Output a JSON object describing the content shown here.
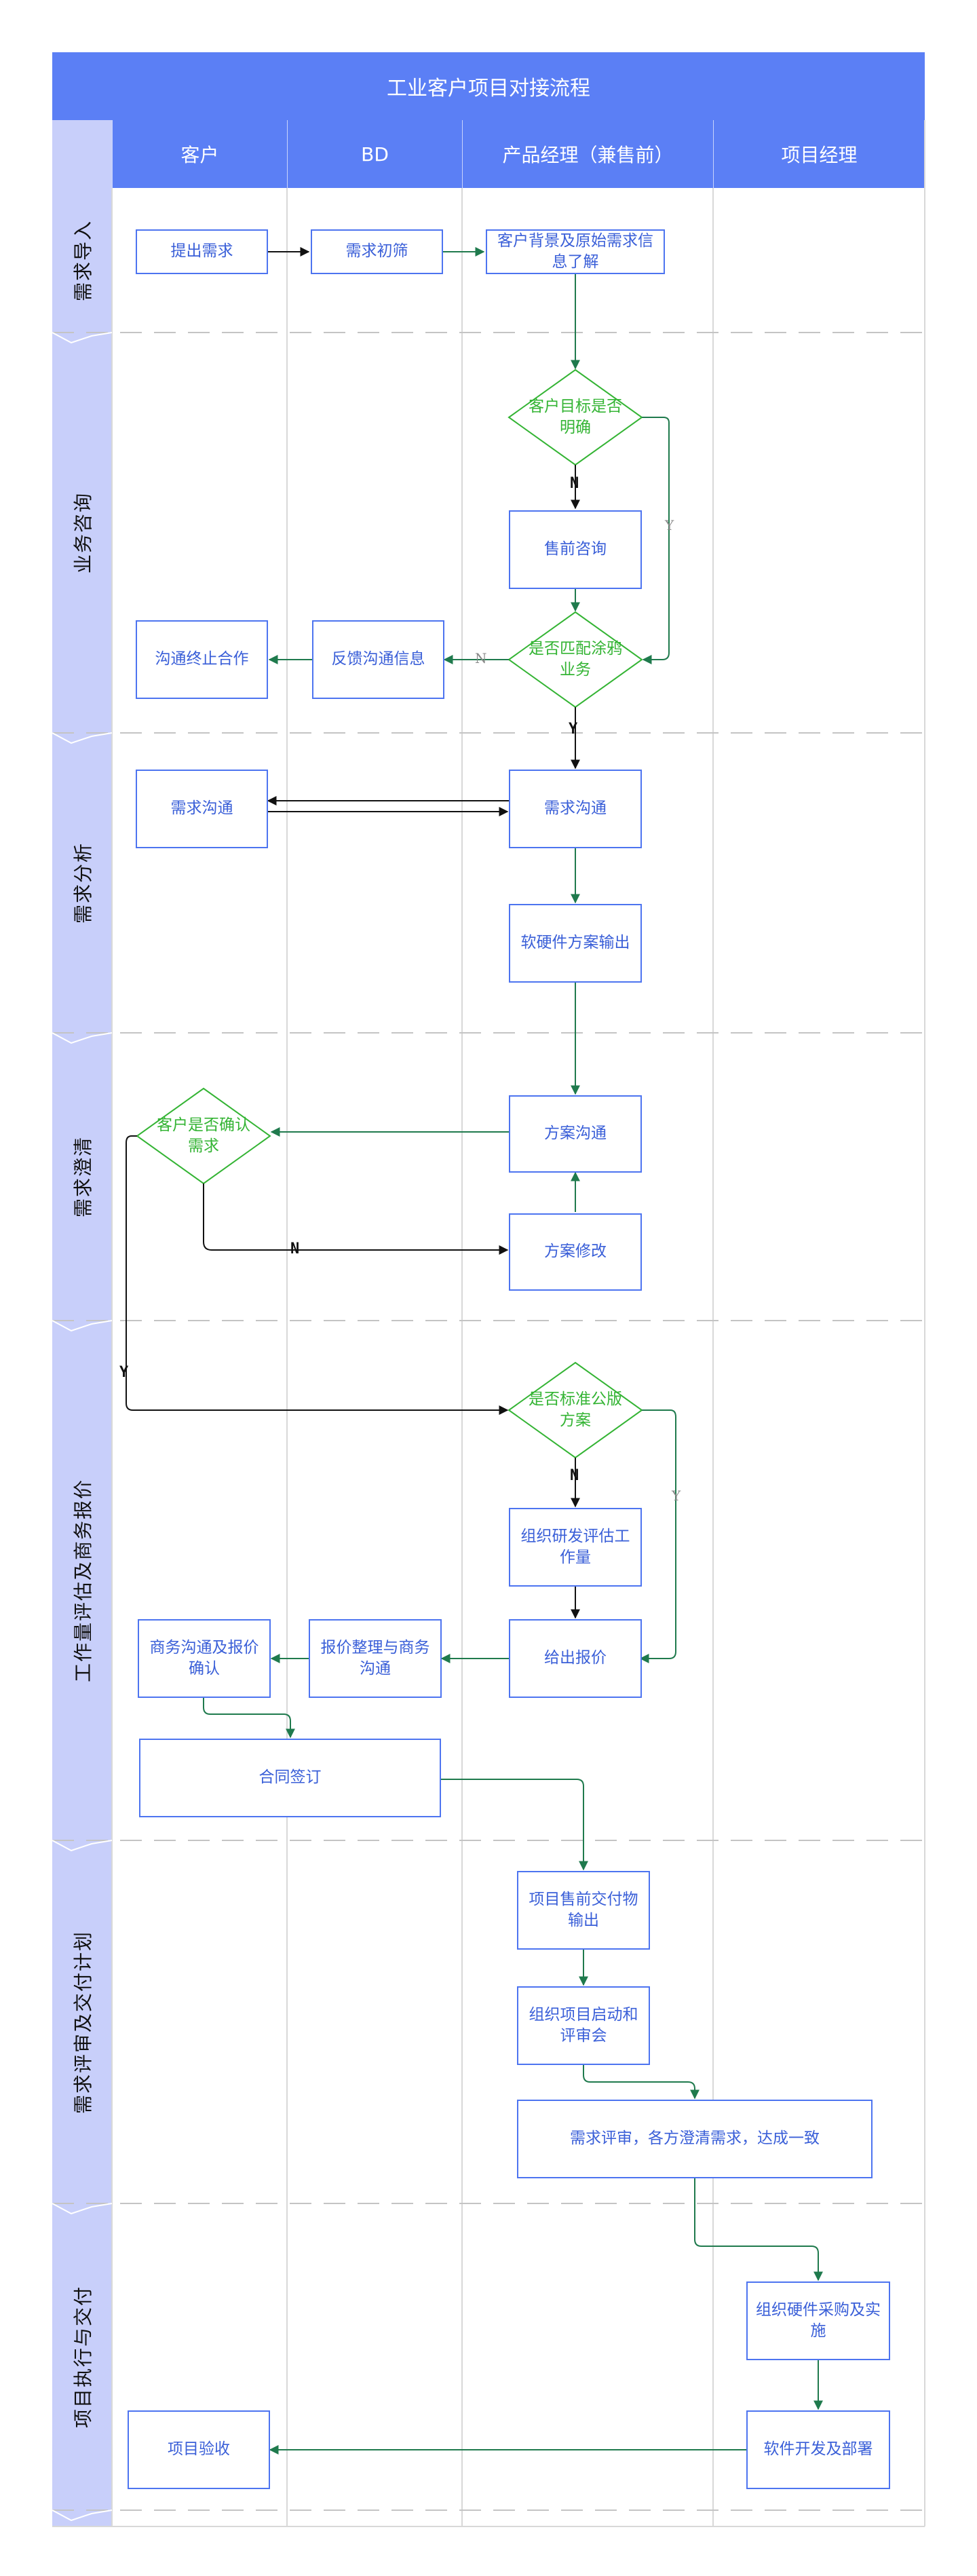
{
  "title": "工业客户项目对接流程",
  "columns": [
    "客户",
    "BD",
    "产品经理（兼售前）",
    "项目经理"
  ],
  "lanes": [
    "需求导入",
    "业务咨询",
    "需求分析",
    "需求澄清",
    "工作量评估及商务报价",
    "需求评审及交付计划",
    "项目执行与交付"
  ],
  "nodes": {
    "submit_req": "提出需求",
    "req_screen": "需求初筛",
    "understand_bg": "客户背景及原始需求信息了解",
    "presale_consult": "售前咨询",
    "feedback": "反馈沟通信息",
    "stop_coop": "沟通终止合作",
    "cust_req_comm": "需求沟通",
    "pm_req_comm": "需求沟通",
    "hw_sw_plan": "软硬件方案输出",
    "plan_comm": "方案沟通",
    "plan_modify": "方案修改",
    "rd_estimate": "组织研发评估工作量",
    "quote": "给出报价",
    "quote_biz": "报价整理与商务沟通",
    "biz_confirm": "商务沟通及报价确认",
    "contract": "合同签订",
    "delivery_output": "项目售前交付物输出",
    "kickoff": "组织项目启动和评审会",
    "req_review": "需求评审，各方澄清需求，达成一致",
    "procure": "组织硬件采购及实施",
    "dev_deploy": "软件开发及部署",
    "acceptance": "项目验收"
  },
  "decisions": {
    "goal_clear": "客户目标是否明确",
    "match_biz": "是否匹配涂鸦业务",
    "cust_confirm": "客户是否确认需求",
    "std_plan": "是否标准公版方案"
  },
  "edge_labels": {
    "n1": "N",
    "y1": "Y",
    "n2": "N",
    "y2": "Y",
    "n3": "N",
    "y3": "Y",
    "n4": "N",
    "y4": "Y"
  },
  "colors": {
    "header": "#5b7ff5",
    "lane": "#c8cffa",
    "node_border": "#4d74f0",
    "node_text": "#3a5fd8",
    "decision": "#34b434",
    "flow": "#1f7a4d",
    "dash": "#c4c4c4"
  }
}
